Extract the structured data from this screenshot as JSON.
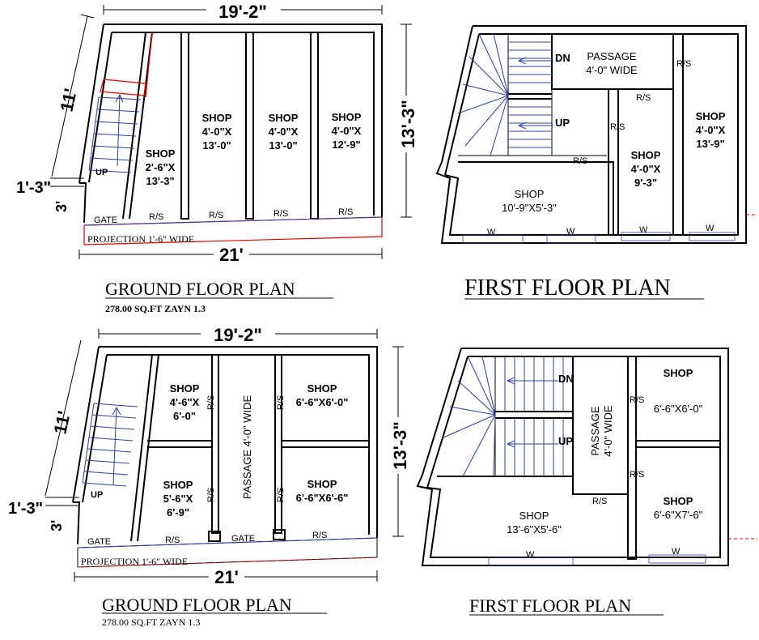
{
  "plans": {
    "gf1": {
      "title": "GROUND FLOOR PLAN",
      "sub": "278.00 SQ.FT    ZAYN 1.3",
      "dim_top": "19'-2\"",
      "dim_right": "13'-3\"",
      "dim_left": "11'",
      "dim_bottom": "21'",
      "dim_offset": "1'-3\"",
      "dim_small": "3'",
      "projection": "PROJECTION 1'-6\" WIDE",
      "gate": "GATE",
      "up": "UP",
      "rs": "R/S",
      "shop1": [
        "SHOP",
        "2'-6\"X",
        "13'-3\""
      ],
      "shop2": [
        "SHOP",
        "4'-0\"X",
        "13'-0\""
      ],
      "shop3": [
        "SHOP",
        "4'-0\"X",
        "13'-0\""
      ],
      "shop4": [
        "SHOP",
        "4'-0\"X",
        "12'-9\""
      ]
    },
    "ff1": {
      "title": "FIRST FLOOR PLAN",
      "dn": "DN",
      "up": "UP",
      "passage": [
        "PASSAGE",
        "4'-0\" WIDE"
      ],
      "rs": "R/S",
      "w": "W",
      "shop_big": [
        "SHOP",
        "10'-9\"X5'-3\""
      ],
      "shop_mid": [
        "SHOP",
        "4'-0\"X",
        "9'-3\""
      ],
      "shop_right": [
        "SHOP",
        "4'-0\"X",
        "13'-9\""
      ]
    },
    "gf2": {
      "title": "GROUND FLOOR PLAN",
      "sub": "278.00 SQ.FT    ZAYN 1.3",
      "dim_top": "19'-2\"",
      "dim_right": "13'-3\"",
      "dim_left": "11'",
      "dim_bottom": "21'",
      "dim_offset": "1'-3\"",
      "dim_small": "3'",
      "projection": "PROJECTION 1'-6\" WIDE",
      "gate": "GATE",
      "up": "UP",
      "rs": "R/S",
      "passage": "PASSAGE 4'-0\" WIDE",
      "shop_tl": [
        "SHOP",
        "4'-6\"X",
        "6'-0\""
      ],
      "shop_tr": [
        "SHOP",
        "6'-6\"X6'-0\""
      ],
      "shop_bl": [
        "SHOP",
        "5'-6\"X",
        "6'-9\""
      ],
      "shop_br": [
        "SHOP",
        "6'-6\"X6'-6\""
      ]
    },
    "ff2": {
      "title": "FIRST FLOOR PLAN",
      "dn": "DN",
      "up": "UP",
      "passage": [
        "PASSAGE",
        "4'-0\" WIDE"
      ],
      "rs": "R/S",
      "w": "W",
      "shop_big": [
        "SHOP",
        "13'-6\"X5'-6\""
      ],
      "shop_tr": [
        "SHOP",
        "6'-6\"X6'-0\""
      ],
      "shop_br": [
        "SHOP",
        "6'-6\"X7'-6\""
      ]
    }
  }
}
